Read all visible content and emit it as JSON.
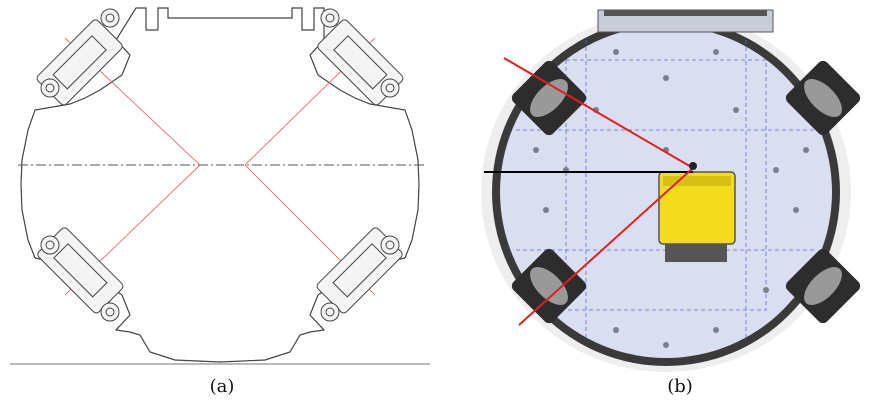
{
  "figure": {
    "panels": [
      {
        "id": "a",
        "caption": "(a)",
        "style": "line drawing"
      },
      {
        "id": "b",
        "caption": "(b)",
        "style": "CAD render"
      }
    ]
  },
  "colors": {
    "outline": "#444444",
    "construction_line": "#e07070",
    "plate": "#d9def0",
    "rim": "#3a3a3a",
    "battery": "#f2dc1c",
    "red_line": "#e02020",
    "black_line": "#000000"
  }
}
